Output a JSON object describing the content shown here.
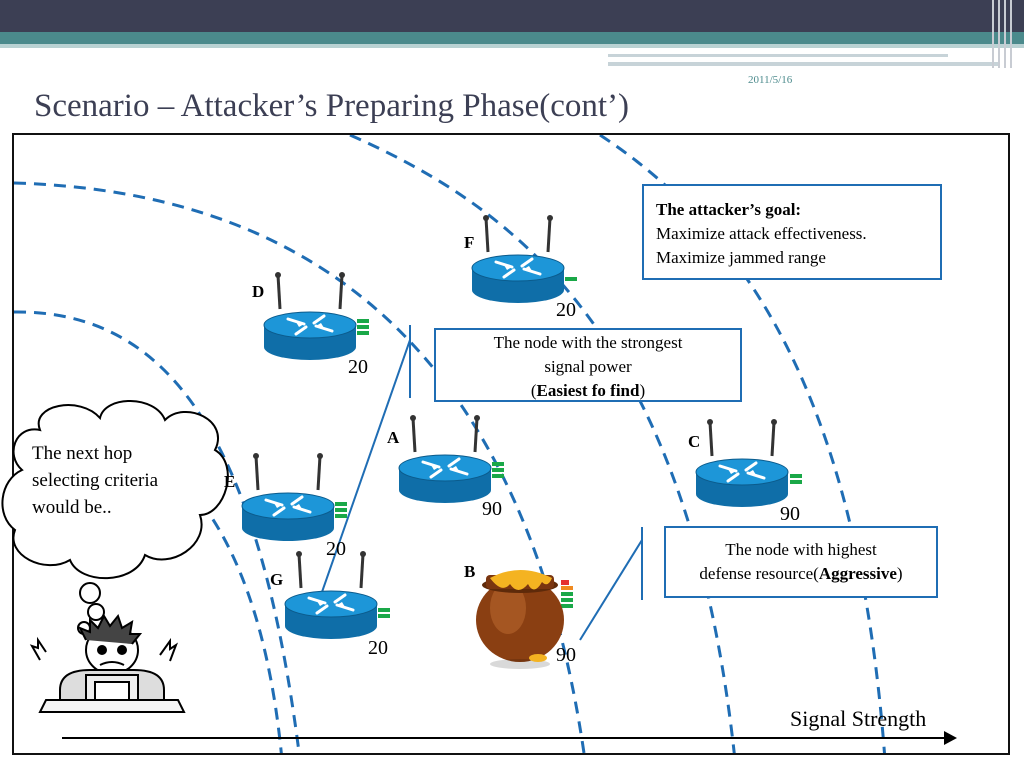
{
  "slide": {
    "date": "2011/5/16",
    "title": "Scenario – Attacker’s Preparing Phase(cont’)"
  },
  "goal_box": {
    "heading": "The attacker’s goal:",
    "line1": "Maximize attack effectiveness.",
    "line2": "Maximize jammed range"
  },
  "strongest_box": {
    "line1": "The node with the strongest",
    "line2": "signal power",
    "open": "(",
    "bold": "Easiest fo find",
    "close": ")"
  },
  "defense_box": {
    "line1": "The node with highest",
    "line2_prefix": "defense resource(",
    "bold": "Aggressive",
    "close": ")"
  },
  "thought": {
    "text": "The next hop selecting criteria would be.."
  },
  "axis": {
    "label": "Signal Strength"
  },
  "nodes": [
    {
      "id": "F",
      "value": "20"
    },
    {
      "id": "D",
      "value": "20"
    },
    {
      "id": "A",
      "value": "90"
    },
    {
      "id": "C",
      "value": "90"
    },
    {
      "id": "E",
      "value": "20"
    },
    {
      "id": "G",
      "value": "20"
    },
    {
      "id": "B",
      "value": "90"
    }
  ],
  "colors": {
    "accent": "#1f6db4",
    "dashed": "#1f6db4",
    "router": "#1d8fd0",
    "bar": "#1aa848"
  }
}
